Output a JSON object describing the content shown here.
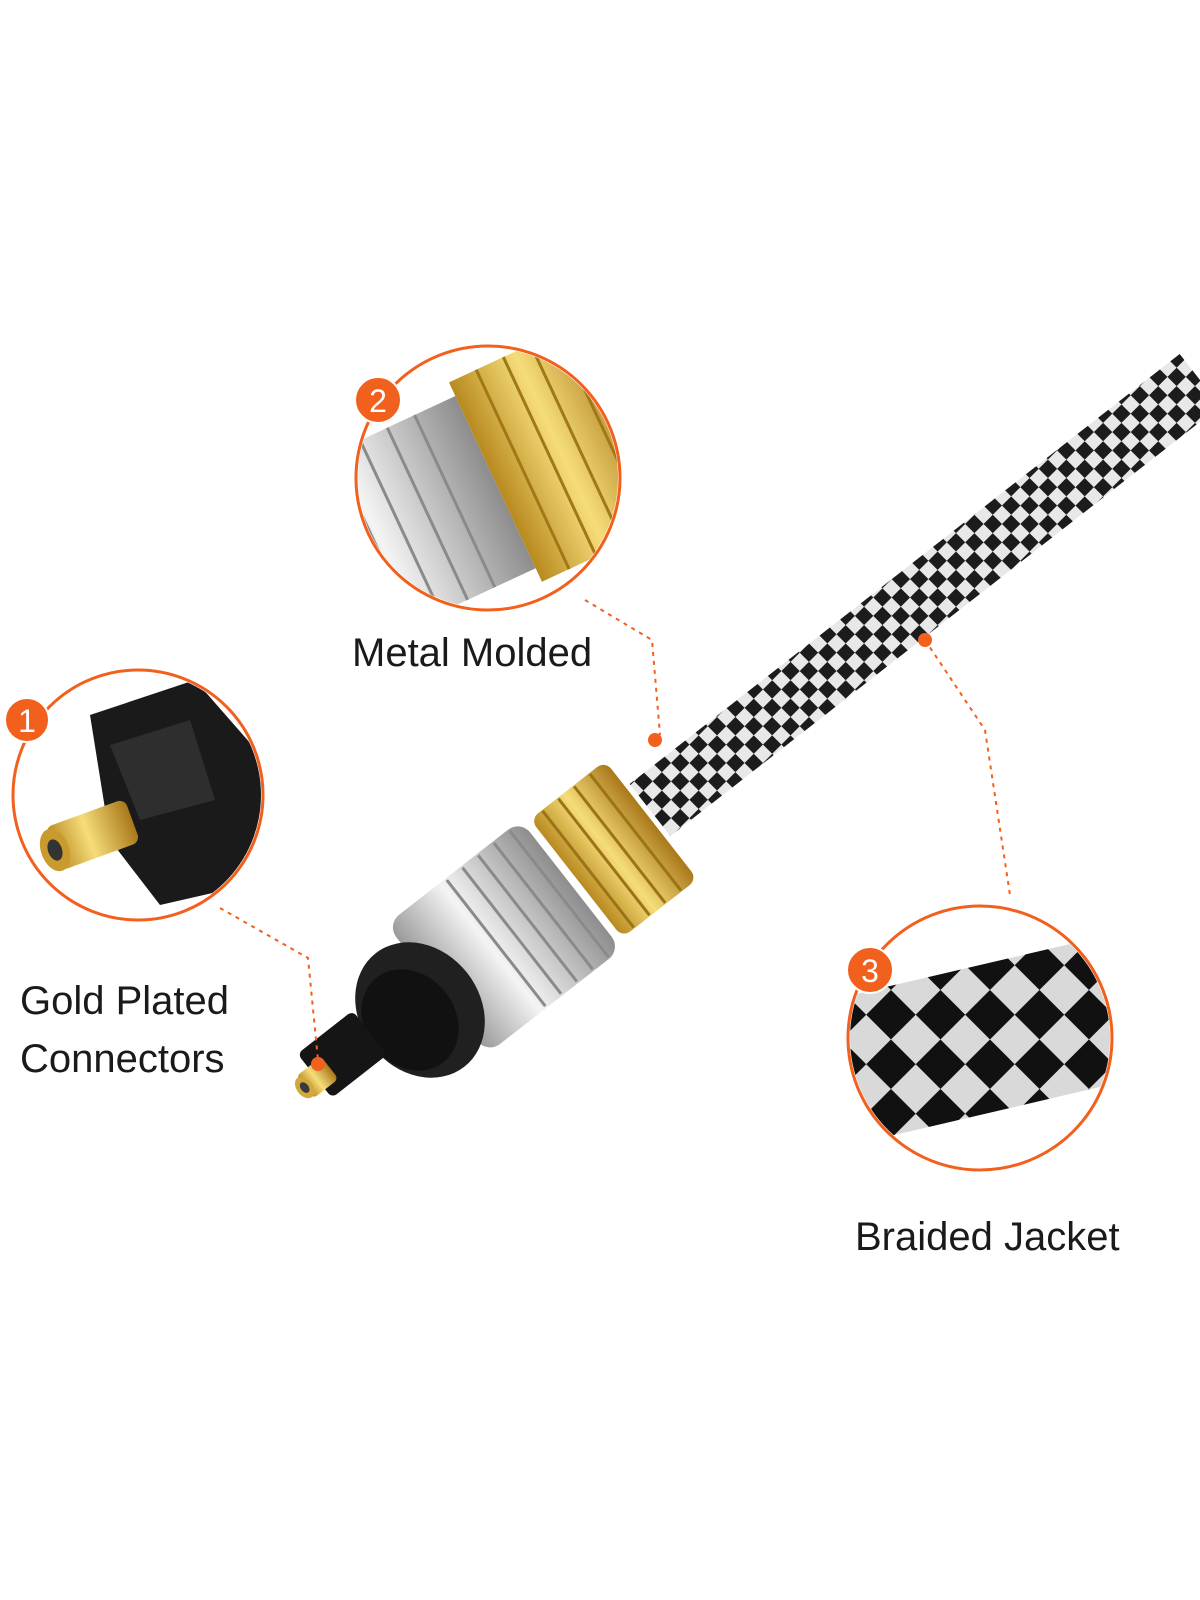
{
  "features": [
    {
      "number": "1",
      "label_line1": "Gold Plated",
      "label_line2": "Connectors"
    },
    {
      "number": "2",
      "label": "Metal Molded"
    },
    {
      "number": "3",
      "label": "Braided Jacket"
    }
  ],
  "colors": {
    "accent": "#f2601d",
    "gold": "#e6c45a",
    "silver": "#cfcfcf",
    "plug_black": "#141414"
  }
}
